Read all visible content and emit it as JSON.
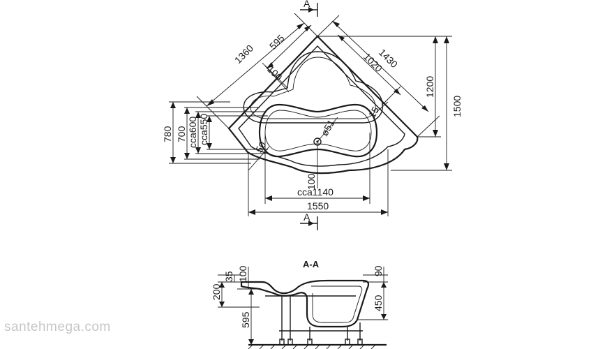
{
  "plan": {
    "section_marker": "A",
    "dims": {
      "d1360": "1360",
      "d595": "595",
      "d100_top": "100",
      "d1020": "1020",
      "d1430": "1430",
      "d1200": "1200",
      "d1500": "1500",
      "d15": "15",
      "d780": "780",
      "d700": "700",
      "dcca600": "cca600",
      "dcca550": "cca550",
      "d50": "50",
      "d51": "ø51",
      "d100_bottom": "100",
      "dcca1140": "cca1140",
      "d1550": "1550"
    }
  },
  "section": {
    "title": "A-A",
    "dims": {
      "d35": "35",
      "d100": "100",
      "d200": "200",
      "d595": "595",
      "d90": "90",
      "d450": "450"
    }
  },
  "watermark": "santehmega.com"
}
